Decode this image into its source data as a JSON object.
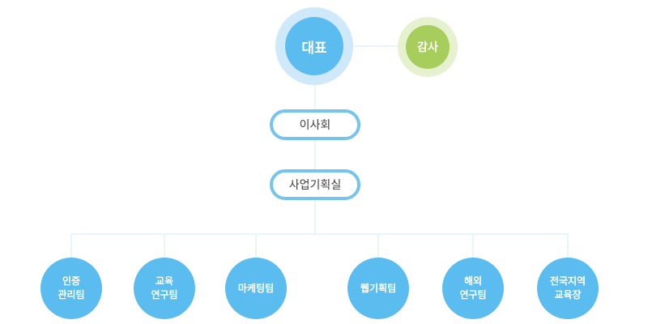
{
  "org_chart": {
    "ceo": {
      "label": "대표"
    },
    "audit": {
      "label": "감사"
    },
    "board": {
      "label": "이사회"
    },
    "planning": {
      "label": "사업기획실"
    },
    "teams": [
      {
        "lines": [
          "인증",
          "관리팀"
        ]
      },
      {
        "lines": [
          "교육",
          "연구팀"
        ]
      },
      {
        "lines": [
          "마케팅팀"
        ]
      },
      {
        "lines": [
          "웹기획팀"
        ]
      },
      {
        "lines": [
          "해외",
          "연구팀"
        ]
      },
      {
        "lines": [
          "전국지역",
          "교육장"
        ]
      }
    ]
  },
  "colors": {
    "primary_blue": "#5bbcf0",
    "pale_blue_ring": "#cfe9fb",
    "pill_border": "#74c4ee",
    "audit_green": "#a7cd5c",
    "audit_ring": "#e6f2cf",
    "connector": "#d5e9f7"
  }
}
